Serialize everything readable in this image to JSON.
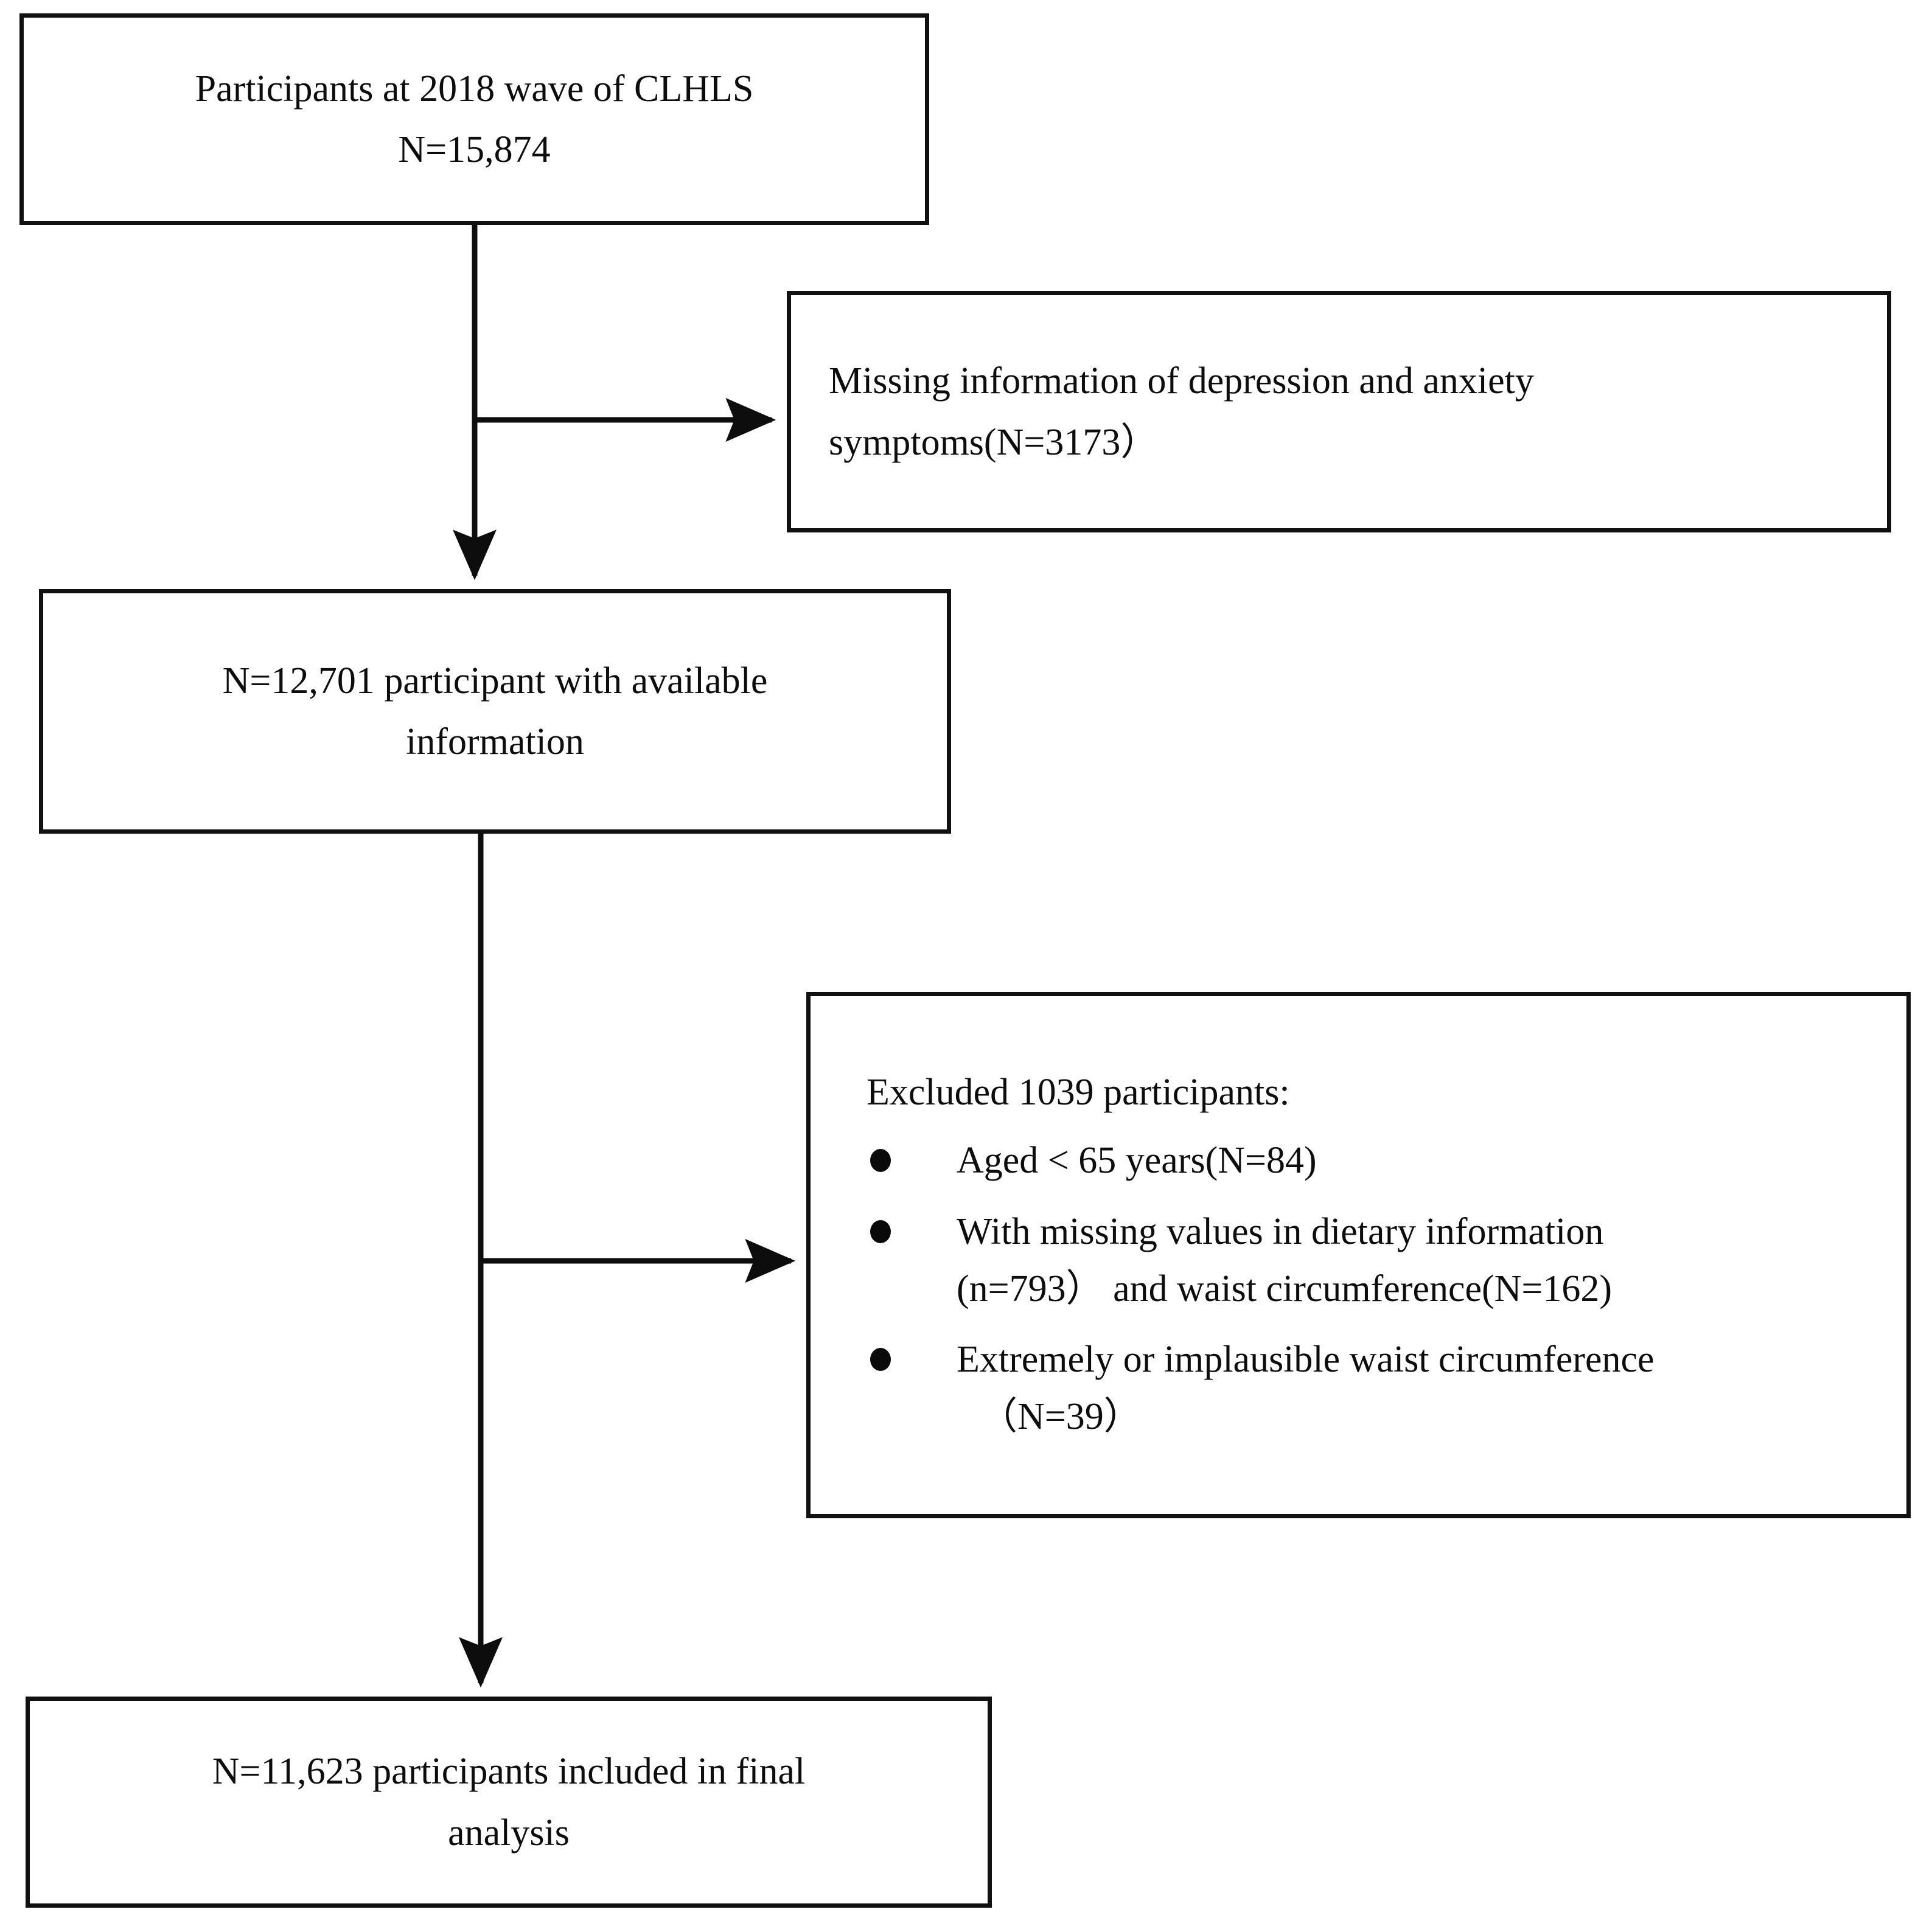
{
  "diagram": {
    "type": "flowchart",
    "title": "Participant selection flow diagram",
    "orientation": "top-to-bottom",
    "line_color": "#111111",
    "background_color": "#ffffff",
    "text_color": "#0d0d0d"
  },
  "nodes": {
    "source": {
      "id": "source",
      "kind": "process-box",
      "line1": "Participants at 2018 wave of CLHLS",
      "line2": "N=15,874"
    },
    "exclusion_1": {
      "id": "exclusion_1",
      "kind": "exclusion-box",
      "line1": "Missing information of depression and anxiety",
      "line2": "symptoms(N=3173）"
    },
    "available": {
      "id": "available",
      "kind": "process-box",
      "line1": "N=12,701 participant with available",
      "line2": "information"
    },
    "exclusion_2": {
      "id": "exclusion_2",
      "kind": "exclusion-box",
      "heading": "Excluded 1039 participants:",
      "bullets": [
        {
          "line1": "Aged < 65 years(N=84)",
          "line2": ""
        },
        {
          "line1": "With missing values in dietary information",
          "line2": "(n=793）  and waist circumference(N=162)"
        },
        {
          "line1": "Extremely or implausible waist circumference",
          "line2": "（N=39）"
        }
      ]
    },
    "final": {
      "id": "final",
      "kind": "outcome-box",
      "line1": "N=11,623 participants included in final",
      "line2": "analysis"
    }
  },
  "edges": [
    {
      "id": "edge-source-to-available",
      "from": "source",
      "to": "available",
      "direction": "down",
      "arrowhead": true
    },
    {
      "id": "edge-source-to-exclusion1",
      "from": "source",
      "to": "exclusion_1",
      "direction": "right",
      "arrowhead": true
    },
    {
      "id": "edge-available-to-final",
      "from": "available",
      "to": "final",
      "direction": "down",
      "arrowhead": true
    },
    {
      "id": "edge-available-to-exclusion2",
      "from": "available",
      "to": "exclusion_2",
      "direction": "right",
      "arrowhead": true
    }
  ]
}
